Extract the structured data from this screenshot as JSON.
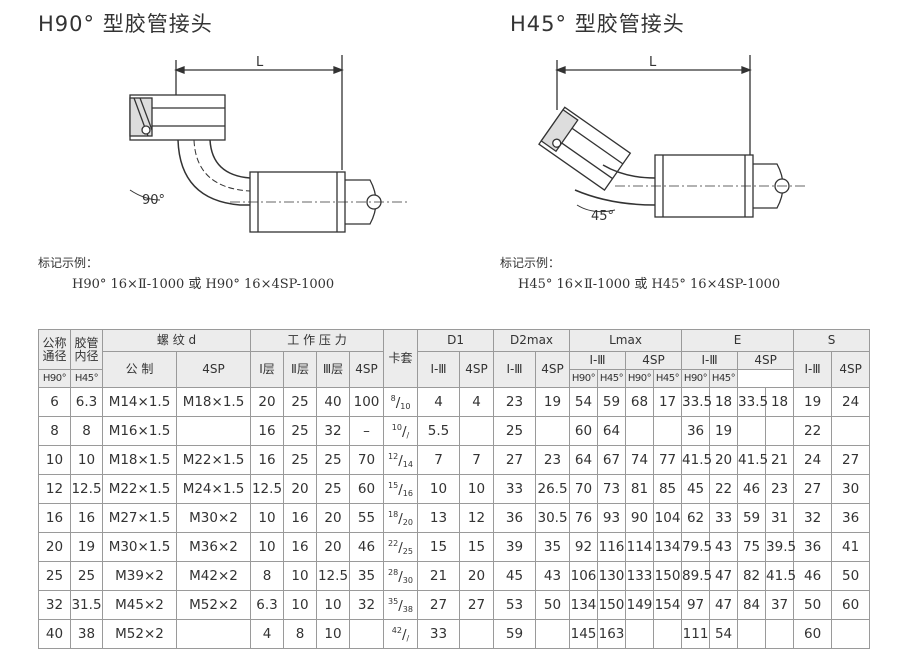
{
  "titles": {
    "left": "H90°  型胶管接头",
    "right": "H45°  型胶管接头"
  },
  "drawings": {
    "left": {
      "dim_label": "L",
      "angle_label": "90°"
    },
    "right": {
      "dim_label": "L",
      "angle_label": "45°"
    }
  },
  "examples": {
    "label": "标记示例：",
    "left_text": "H90°  16×Ⅱ-1000 或 H90°  16×4SP-1000",
    "right_text": "H45°  16×Ⅱ-1000 或 H45°  16×4SP-1000"
  },
  "table": {
    "head": {
      "nominal": "公称通径",
      "inner": "胶管内径",
      "thread": "螺  纹  d",
      "pressure": "工  作  压  力",
      "sleeve": "卡套",
      "d1": "D1",
      "d2max": "D2max",
      "lmax": "Lmax",
      "e": "E",
      "s": "S",
      "metric": "公    制",
      "sp4": "4SP",
      "layer1": "Ⅰ层",
      "layer2": "Ⅱ层",
      "layer3": "Ⅲ层",
      "i_iii": "Ⅰ-Ⅲ",
      "h90": "H90°",
      "h45": "H45°"
    },
    "rows": [
      [
        "6",
        "6.3",
        "M14×1.5",
        "M18×1.5",
        "20",
        "25",
        "40",
        "100",
        [
          "8",
          "10"
        ],
        "4",
        "4",
        "23",
        "19",
        "54",
        "59",
        "68",
        "17",
        "33.5",
        "18",
        "33.5",
        "18",
        "19",
        "24"
      ],
      [
        "8",
        "8",
        "M16×1.5",
        "",
        "16",
        "25",
        "32",
        "–",
        [
          "10",
          "/"
        ],
        "5.5",
        "",
        "25",
        "",
        "60",
        "64",
        "",
        "",
        "36",
        "19",
        "",
        "",
        "22",
        ""
      ],
      [
        "10",
        "10",
        "M18×1.5",
        "M22×1.5",
        "16",
        "25",
        "25",
        "70",
        [
          "12",
          "14"
        ],
        "7",
        "7",
        "27",
        "23",
        "64",
        "67",
        "74",
        "77",
        "41.5",
        "20",
        "41.5",
        "21",
        "24",
        "27"
      ],
      [
        "12",
        "12.5",
        "M22×1.5",
        "M24×1.5",
        "12.5",
        "20",
        "25",
        "60",
        [
          "15",
          "16"
        ],
        "10",
        "10",
        "33",
        "26.5",
        "70",
        "73",
        "81",
        "85",
        "45",
        "22",
        "46",
        "23",
        "27",
        "30"
      ],
      [
        "16",
        "16",
        "M27×1.5",
        "M30×2",
        "10",
        "16",
        "20",
        "55",
        [
          "18",
          "20"
        ],
        "13",
        "12",
        "36",
        "30.5",
        "76",
        "93",
        "90",
        "104",
        "62",
        "33",
        "59",
        "31",
        "32",
        "36"
      ],
      [
        "20",
        "19",
        "M30×1.5",
        "M36×2",
        "10",
        "16",
        "20",
        "46",
        [
          "22",
          "25"
        ],
        "15",
        "15",
        "39",
        "35",
        "92",
        "116",
        "114",
        "134",
        "79.5",
        "43",
        "75",
        "39.5",
        "36",
        "41"
      ],
      [
        "25",
        "25",
        "M39×2",
        "M42×2",
        "8",
        "10",
        "12.5",
        "35",
        [
          "28",
          "30"
        ],
        "21",
        "20",
        "45",
        "43",
        "106",
        "130",
        "133",
        "150",
        "89.5",
        "47",
        "82",
        "41.5",
        "46",
        "50"
      ],
      [
        "32",
        "31.5",
        "M45×2",
        "M52×2",
        "6.3",
        "10",
        "10",
        "32",
        [
          "35",
          "38"
        ],
        "27",
        "27",
        "53",
        "50",
        "134",
        "150",
        "149",
        "154",
        "97",
        "47",
        "84",
        "37",
        "50",
        "60"
      ],
      [
        "40",
        "38",
        "M52×2",
        "",
        "4",
        "8",
        "10",
        "",
        [
          "42",
          "/"
        ],
        "33",
        "",
        "59",
        "",
        "145",
        "163",
        "",
        "",
        "111",
        "54",
        "",
        "",
        "60",
        ""
      ]
    ]
  }
}
